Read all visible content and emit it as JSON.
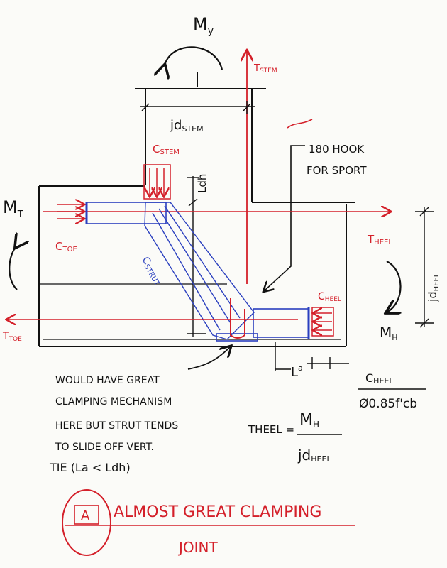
{
  "labels": {
    "moment_top_base": "M",
    "moment_top_sub": "y",
    "moment_toe_base": "M",
    "moment_toe_sub": "T",
    "moment_heel_base": "M",
    "moment_heel_sub": "H",
    "t_stem_base": "T",
    "t_stem_sub": "STEM",
    "jd_stem_base": "jd",
    "jd_stem_sub": "STEM",
    "c_stem_base": "C",
    "c_stem_sub": "STEM",
    "ldh": "Ldh",
    "hook_line1": "180 HOOK",
    "hook_line2": "FOR SPORT",
    "c_toe_base": "C",
    "c_toe_sub": "TOE",
    "t_heel_base": "T",
    "t_heel_sub": "HEEL",
    "jd_heel_base": "jd",
    "jd_heel_sub": "HEEL",
    "c_strut_base": "C",
    "c_strut_sub": "STRUT",
    "c_heel_base": "C",
    "c_heel_sub": "HEEL",
    "t_toe_base": "T",
    "t_toe_sub": "TOE",
    "la_base": "L",
    "la_sub": "a",
    "cheel_num_base": "C",
    "cheel_num_sub": "HEEL",
    "cheel_den": "Ø0.85f'cb"
  },
  "note": {
    "line1": "WOULD HAVE GREAT",
    "line2": "CLAMPING MECHANISM",
    "line3": "HERE BUT STRUT TENDS",
    "line4": "TO SLIDE OFF VERT.",
    "line5": "TIE (La < Ldh)"
  },
  "equation": {
    "lhs": "THEEL =",
    "num_base": "M",
    "num_sub": "H",
    "den_base": "jd",
    "den_sub": "HEEL"
  },
  "footer": {
    "circle_letter": "A",
    "title_line1": "ALMOST GREAT CLAMPING",
    "title_line2": "JOINT"
  },
  "colors": {
    "ink": "#111111",
    "red": "#d4202a",
    "blue": "#2a3fbf"
  }
}
